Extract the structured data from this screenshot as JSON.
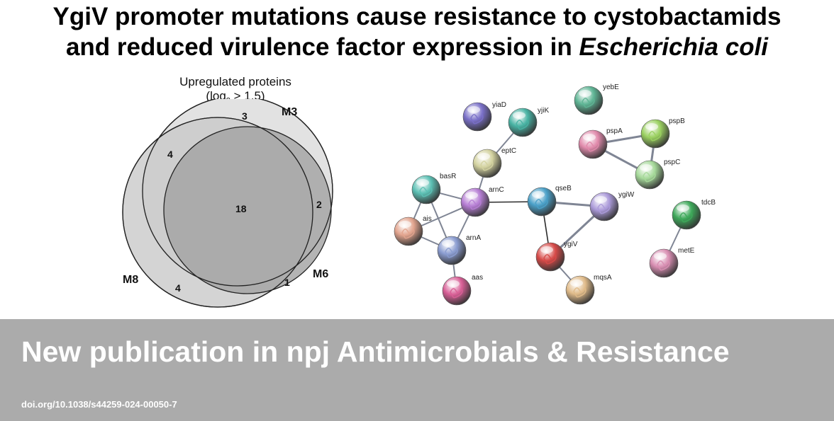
{
  "title": {
    "line1": "YgiV promoter mutations cause resistance to cystobactamids",
    "line2_pre": "and reduced virulence factor expression in ",
    "line2_italic": "Escherichia coli"
  },
  "venn": {
    "heading_line1": "Upregulated proteins",
    "heading_pre": "(log",
    "heading_sub": "2",
    "heading_post": " > 1.5)",
    "sets": [
      {
        "name": "M3",
        "color": "#e2e2e2"
      },
      {
        "name": "M8",
        "color": "#c8c8c8"
      },
      {
        "name": "M6",
        "color": "#a3a3a3"
      }
    ],
    "regions": {
      "M3_only": "3",
      "M3_M8": "4",
      "all": "18",
      "M3_M6": "2",
      "M8_only": "4",
      "M8_M6": "1"
    }
  },
  "network": {
    "nodes": [
      {
        "id": "yiaD",
        "color": "#7a70c8"
      },
      {
        "id": "yjiK",
        "color": "#48b2a3"
      },
      {
        "id": "yebE",
        "color": "#5fb595"
      },
      {
        "id": "pspA",
        "color": "#e08aab"
      },
      {
        "id": "pspB",
        "color": "#9ad060"
      },
      {
        "id": "pspC",
        "color": "#a6d99a"
      },
      {
        "id": "eptC",
        "color": "#d3d2a0"
      },
      {
        "id": "basR",
        "color": "#5cc0b4"
      },
      {
        "id": "arnC",
        "color": "#b67ed4"
      },
      {
        "id": "qseB",
        "color": "#4aa0c8"
      },
      {
        "id": "ygiW",
        "color": "#ab9ad9"
      },
      {
        "id": "tdcB",
        "color": "#3ea85a"
      },
      {
        "id": "ais",
        "color": "#e2a48e"
      },
      {
        "id": "arnA",
        "color": "#8a9cd0"
      },
      {
        "id": "ygiV",
        "color": "#d64a48"
      },
      {
        "id": "metE",
        "color": "#d88eb2"
      },
      {
        "id": "aas",
        "color": "#d85f96"
      },
      {
        "id": "mqsA",
        "color": "#e0bb8a"
      }
    ],
    "edges": [
      [
        "yjiK",
        "eptC"
      ],
      [
        "pspA",
        "pspB"
      ],
      [
        "pspA",
        "pspC"
      ],
      [
        "pspB",
        "pspC"
      ],
      [
        "eptC",
        "arnC"
      ],
      [
        "basR",
        "arnC"
      ],
      [
        "basR",
        "ais"
      ],
      [
        "basR",
        "arnA"
      ],
      [
        "arnC",
        "ais"
      ],
      [
        "arnC",
        "arnA"
      ],
      [
        "arnC",
        "qseB"
      ],
      [
        "ais",
        "arnA"
      ],
      [
        "arnA",
        "aas"
      ],
      [
        "qseB",
        "ygiW"
      ],
      [
        "qseB",
        "ygiV"
      ],
      [
        "ygiW",
        "ygiV"
      ],
      [
        "ygiV",
        "mqsA"
      ],
      [
        "tdcB",
        "metE"
      ]
    ]
  },
  "banner": {
    "title": "New publication in npj Antimicrobials & Resistance",
    "doi": "doi.org/10.1038/s44259-024-00050-7",
    "background": "#ababab"
  }
}
